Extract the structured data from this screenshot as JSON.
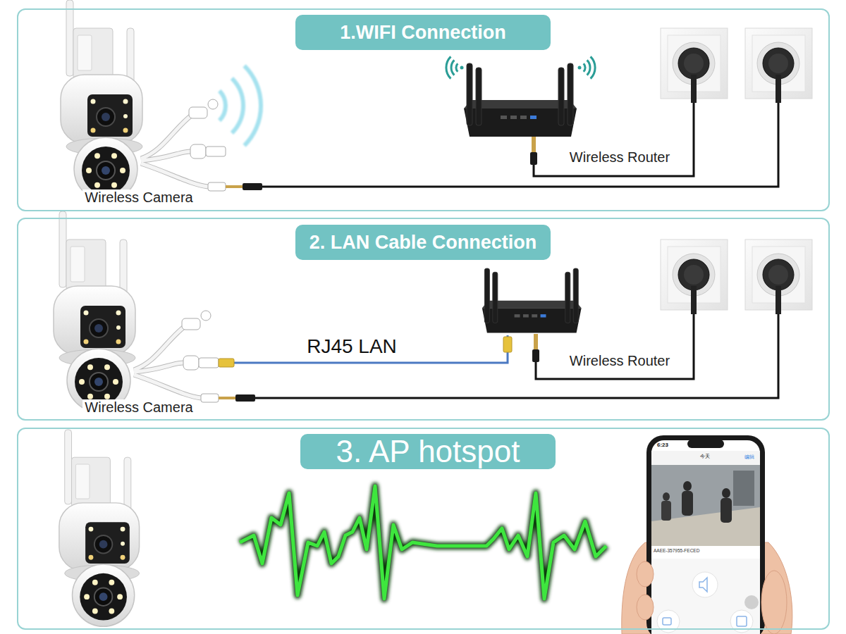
{
  "diagram": {
    "nodes": [
      {
        "text": [
          "1.WIFI Connection"
        ]
      },
      {
        "text": [
          "Wireless Camera"
        ],
        "in": 0
      },
      {
        "text": [
          "Wireless Router"
        ],
        "in": 0
      },
      {
        "text": [
          "2. LAN Cable Connection"
        ]
      },
      {
        "text": [
          "Wireless Camera"
        ],
        "in": 3
      },
      {
        "text": [
          "Wireless Router"
        ],
        "in": 3
      },
      {
        "text": [
          "3. AP hotspot"
        ]
      }
    ],
    "edges": [
      {
        "from": 4,
        "to": 5,
        "arrow": "none",
        "label": "RJ45 LAN"
      }
    ],
    "labels": [
      "6:23",
      "今天",
      "编辑",
      "AAEE-357955-FECED"
    ]
  }
}
